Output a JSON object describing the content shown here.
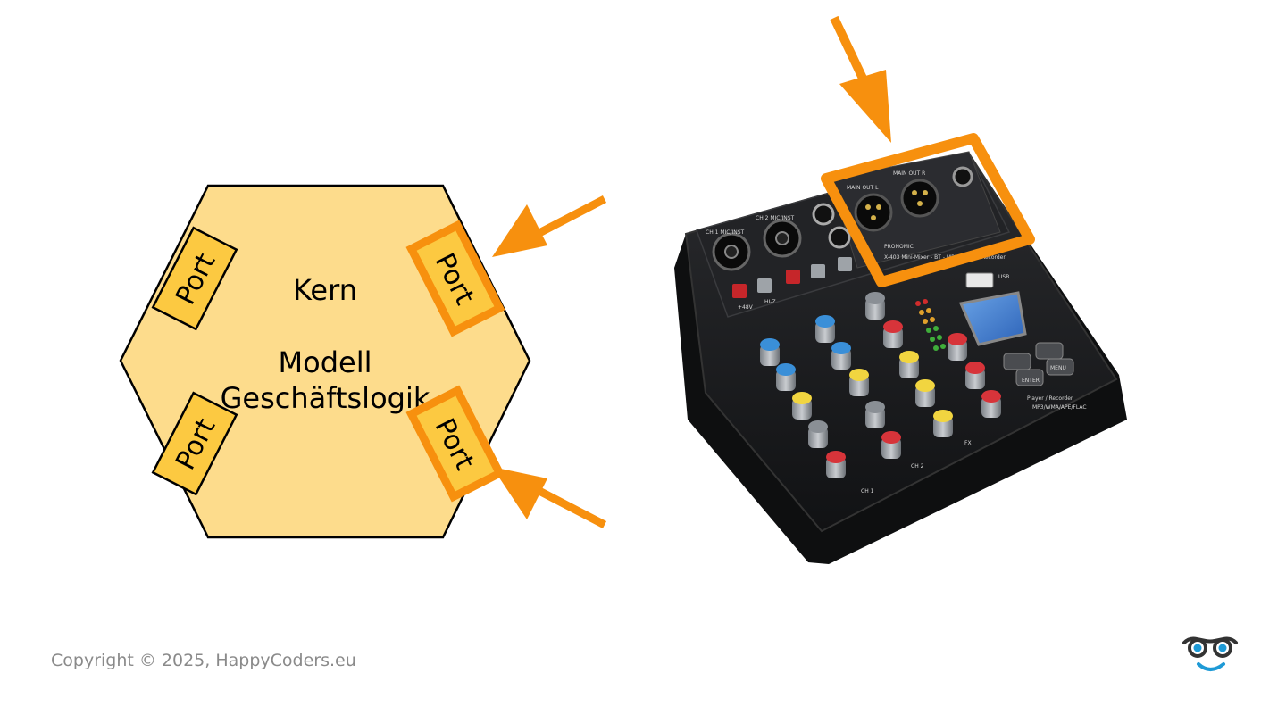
{
  "hexagon": {
    "core_label": "Kern",
    "model_label": "Modell",
    "logic_label": "Geschäftslogik"
  },
  "ports": {
    "left_top": "Port",
    "left_bottom": "Port",
    "right_top": "Port",
    "right_bottom": "Port"
  },
  "mixer": {
    "brand": "PRONOMIC",
    "model_text": "X-403 Mini-Mixer - BT - MP3 Player / Recorder",
    "ch1_label": "CH 1 MIC/INST",
    "ch2_label": "CH 2 MIC/INST",
    "main_out_l": "MAIN OUT L",
    "main_out_r": "MAIN OUT R",
    "usb_label": "USB",
    "menu_label": "MENU",
    "enter_label": "ENTER",
    "player_label": "Player / Recorder",
    "player_sub": "MP3/WMA/APE/FLAC",
    "phantom_label": "+48V",
    "hiz_label": "HI-Z",
    "fx_label": "FX",
    "ch1_bottom": "CH 1",
    "ch2_bottom": "CH 2"
  },
  "colors": {
    "hexagon_fill": "#fddc8c",
    "port_fill": "#fcc941",
    "highlight_orange": "#f7900e",
    "mixer_body": "#1b1c1e"
  },
  "footer": {
    "copyright": "Copyright © 2025, HappyCoders.eu"
  },
  "logo": {
    "icon": "glasses-smiley-icon"
  }
}
